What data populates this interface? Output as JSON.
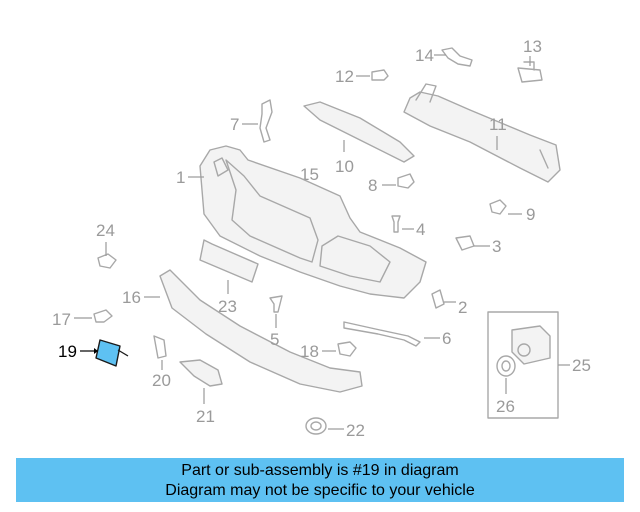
{
  "labels": {
    "c1": "1",
    "c2": "2",
    "c3": "3",
    "c4": "4",
    "c5": "5",
    "c6": "6",
    "c7": "7",
    "c8": "8",
    "c9": "9",
    "c10": "10",
    "c11": "11",
    "c12": "12",
    "c13": "13",
    "c14": "14",
    "c15": "15",
    "c16": "16",
    "c17": "17",
    "c18": "18",
    "c19": "19",
    "c20": "20",
    "c21": "21",
    "c22": "22",
    "c23": "23",
    "c24": "24",
    "c25": "25",
    "c26": "26"
  },
  "highlight": {
    "part": "19",
    "color": "#5ec1f2"
  },
  "banner": {
    "line1": "Part or sub-assembly is #19 in diagram",
    "line2": "Diagram may not be specific to your vehicle",
    "background": "#5ec1f2"
  }
}
